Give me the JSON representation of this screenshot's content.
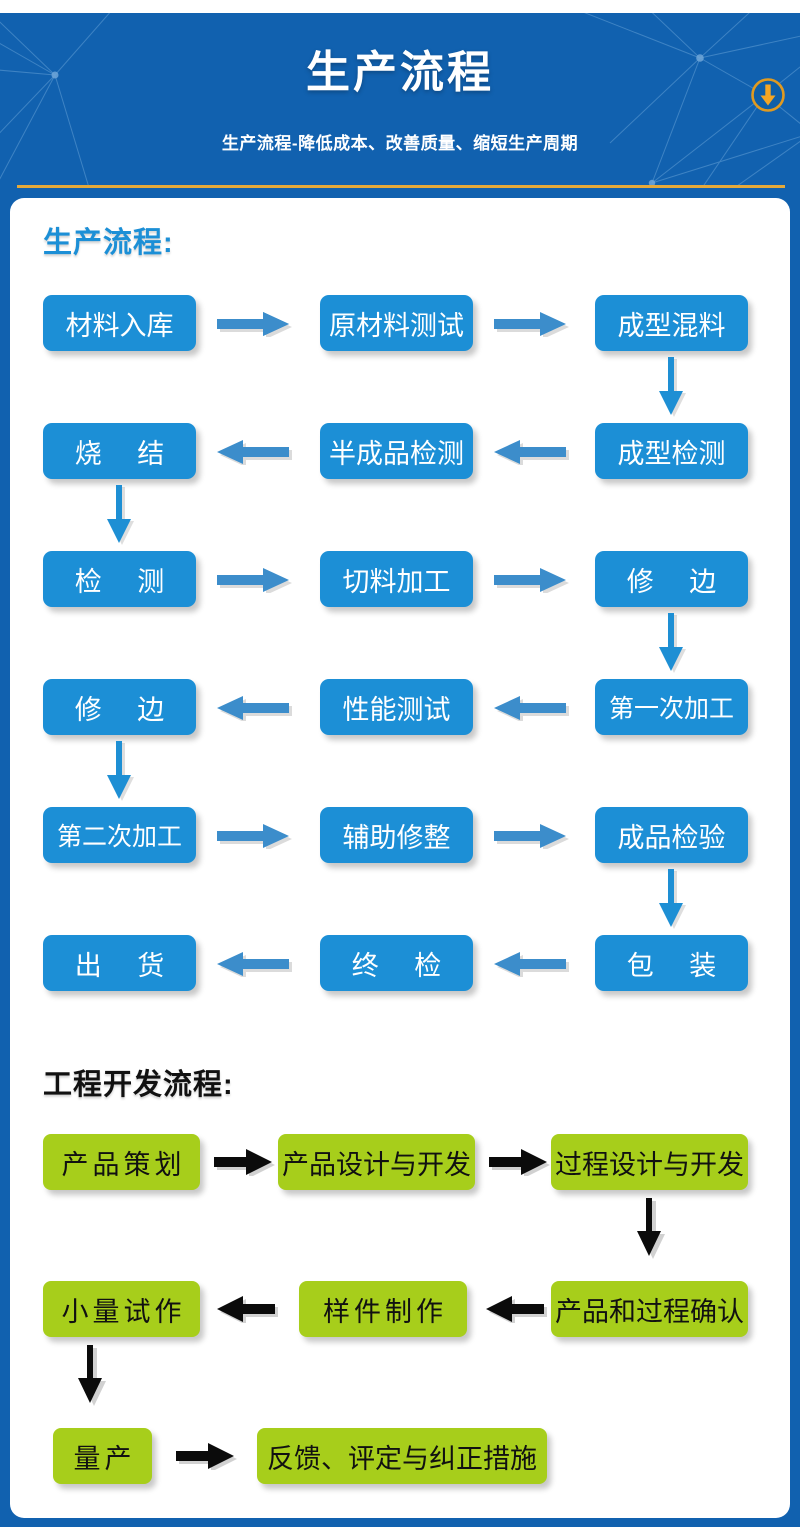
{
  "header": {
    "title": "生产流程",
    "subtitle": "生产流程-降低成本、改善质量、缩短生产周期",
    "download_icon": "download-circle-icon",
    "bg_color": "#1161AF",
    "accent_rule_color": "#E5A93A",
    "icon_color": "#F5A623"
  },
  "sections": [
    {
      "heading": "生产流程:",
      "heading_color": "#1C8FD6",
      "node_color": "#1C8FD6",
      "node_text_color": "#FFFFFF",
      "arrow_color": "#2E86C8"
    },
    {
      "heading": "工程开发流程:",
      "heading_color": "#111111",
      "node_color": "#A7CE1B",
      "node_text_color": "#111111",
      "arrow_color": "#111111"
    }
  ],
  "production_flow": {
    "rows": [
      {
        "direction": "right",
        "nodes": [
          "材料入库",
          "原材料测试",
          "成型混料"
        ]
      },
      {
        "direction": "left",
        "nodes": [
          "成型检测",
          "半成品检测",
          "烧 结"
        ]
      },
      {
        "direction": "right",
        "nodes": [
          "检 测",
          "切料加工",
          "修 边"
        ]
      },
      {
        "direction": "left",
        "nodes": [
          "第一次加工",
          "性能测试",
          "修 边"
        ]
      },
      {
        "direction": "right",
        "nodes": [
          "第二次加工",
          "辅助修整",
          "成品检验"
        ]
      },
      {
        "direction": "left",
        "nodes": [
          "包 装",
          "终 检",
          "出 货"
        ]
      }
    ],
    "sequence": [
      "材料入库",
      "原材料测试",
      "成型混料",
      "成型检测",
      "半成品检测",
      "烧 结",
      "检 测",
      "切料加工",
      "修 边",
      "第一次加工",
      "性能测试",
      "修 边",
      "第二次加工",
      "辅助修整",
      "成品检验",
      "包 装",
      "终 检",
      "出 货"
    ]
  },
  "engineering_flow": {
    "rows": [
      {
        "direction": "right",
        "nodes": [
          "产品策划",
          "产品设计与开发",
          "过程设计与开发"
        ]
      },
      {
        "direction": "left",
        "nodes": [
          "产品和过程确认",
          "样件制作",
          "小量试作"
        ]
      },
      {
        "direction": "right",
        "nodes": [
          "量产",
          "反馈、评定与纠正措施"
        ]
      }
    ],
    "sequence": [
      "产品策划",
      "产品设计与开发",
      "过程设计与开发",
      "产品和过程确认",
      "样件制作",
      "小量试作",
      "量产",
      "反馈、评定与纠正措施"
    ]
  }
}
